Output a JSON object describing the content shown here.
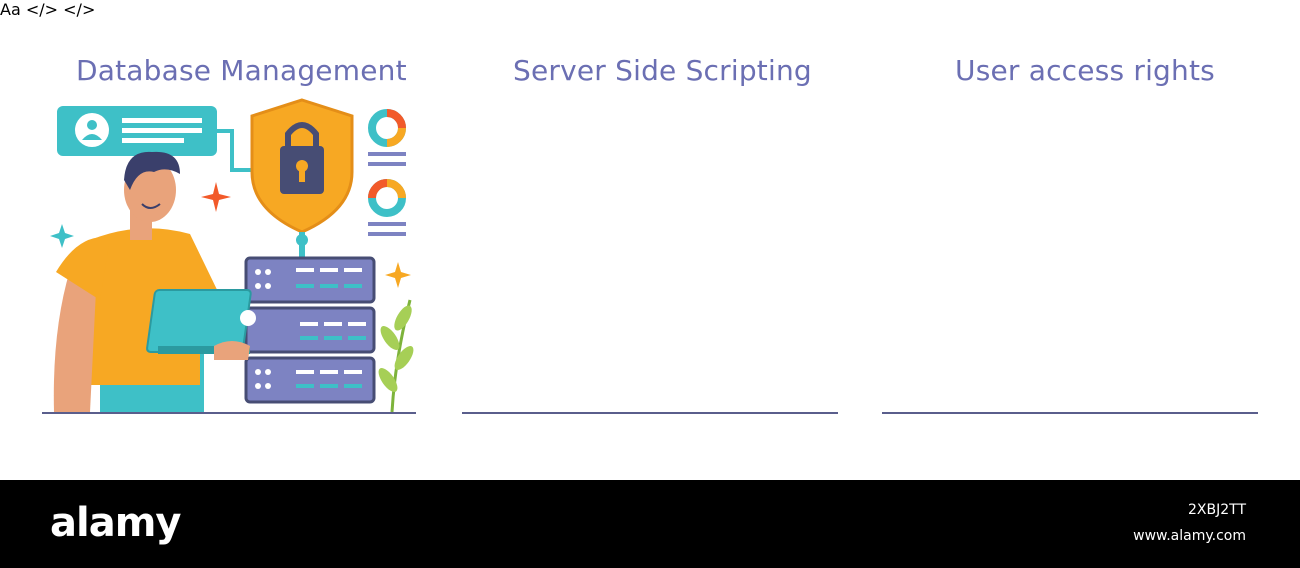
{
  "panels": [
    {
      "title": "Database Management"
    },
    {
      "title": "Server Side Scripting",
      "card_text": "Aa"
    },
    {
      "title": "User access rights"
    }
  ],
  "footer": {
    "brand": "alamy",
    "image_id": "2XBJ2TT",
    "url": "www.alamy.com"
  },
  "colors": {
    "title": "#6b6fb3",
    "orange": "#f7a823",
    "teal": "#3ec0c7",
    "navy": "#474d74",
    "purple": "#7d83c2",
    "red": "#f25a2a"
  }
}
